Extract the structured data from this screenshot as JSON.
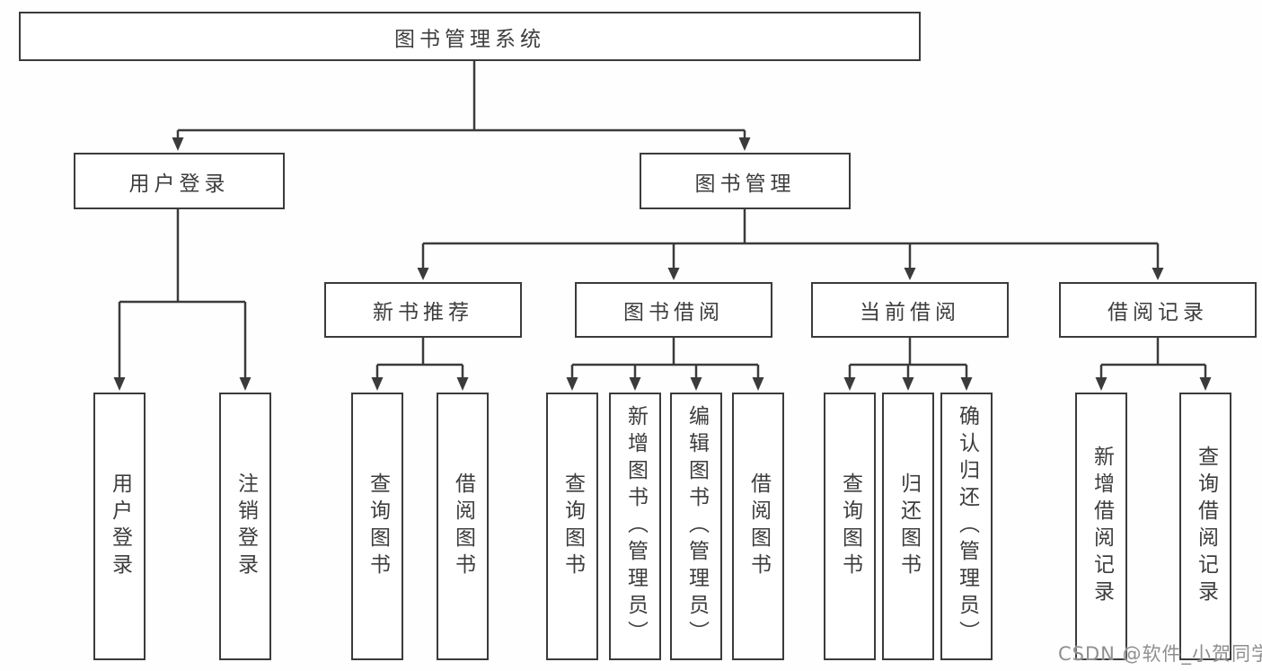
{
  "diagram": {
    "root": {
      "label": "图书管理系统"
    },
    "level2": [
      {
        "id": "user-login",
        "label": "用户登录"
      },
      {
        "id": "book-management",
        "label": "图书管理"
      }
    ],
    "level3": [
      {
        "id": "new-book-recommend",
        "label": "新书推荐"
      },
      {
        "id": "book-borrow",
        "label": "图书借阅"
      },
      {
        "id": "current-borrow",
        "label": "当前借阅"
      },
      {
        "id": "borrow-records",
        "label": "借阅记录"
      }
    ],
    "leaves": [
      {
        "id": "user-login-leaf",
        "label": "用户登录",
        "parent": "user-login"
      },
      {
        "id": "logout-leaf",
        "label": "注销登录",
        "parent": "user-login"
      },
      {
        "id": "query-books-recommend",
        "label": "查询图书",
        "parent": "new-book-recommend"
      },
      {
        "id": "borrow-books-recommend",
        "label": "借阅图书",
        "parent": "new-book-recommend"
      },
      {
        "id": "query-books-borrow",
        "label": "查询图书",
        "parent": "book-borrow"
      },
      {
        "id": "add-books-admin",
        "label": "新增图书（管理员）",
        "parent": "book-borrow"
      },
      {
        "id": "edit-books-admin",
        "label": "编辑图书（管理员）",
        "parent": "book-borrow"
      },
      {
        "id": "borrow-books-leaf",
        "label": "借阅图书",
        "parent": "book-borrow"
      },
      {
        "id": "query-books-current",
        "label": "查询图书",
        "parent": "current-borrow"
      },
      {
        "id": "return-books",
        "label": "归还图书",
        "parent": "current-borrow"
      },
      {
        "id": "confirm-return-admin",
        "label": "确认归还（管理员）",
        "parent": "current-borrow"
      },
      {
        "id": "add-borrow-record",
        "label": "新增借阅记录",
        "parent": "borrow-records"
      },
      {
        "id": "query-borrow-record",
        "label": "查询借阅记录",
        "parent": "borrow-records"
      }
    ]
  },
  "watermark": {
    "text": "CSDN @软件_小贺同学"
  },
  "colors": {
    "line": "#3b3b3b",
    "text": "#3d3d3d",
    "background": "#ffffff",
    "watermark": "#8f8f8f"
  }
}
